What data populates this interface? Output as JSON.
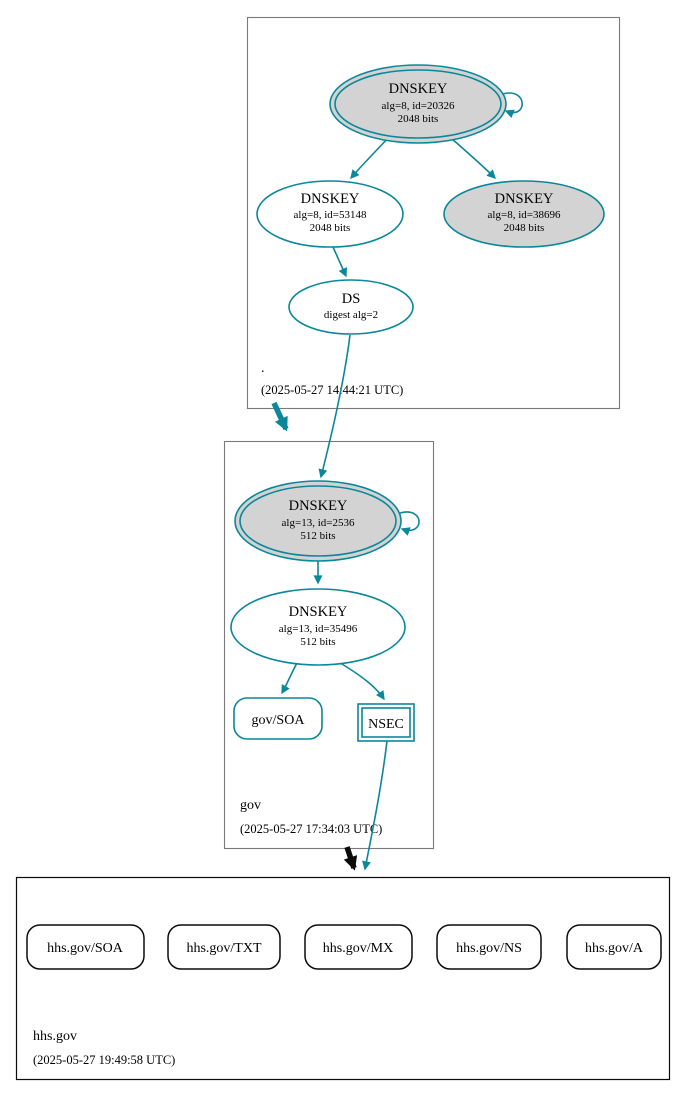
{
  "colors": {
    "secure": "#0a879a",
    "insecure": "#0b0b0b",
    "ksk_fill": "#d3d3d3",
    "zone_border": "#7a7a7a"
  },
  "zones": {
    "root": {
      "name": ".",
      "timestamp": "(2025-05-27 14:44:21 UTC)"
    },
    "gov": {
      "name": "gov",
      "timestamp": "(2025-05-27 17:34:03 UTC)"
    },
    "hhs": {
      "name": "hhs.gov",
      "timestamp": "(2025-05-27 19:49:58 UTC)"
    }
  },
  "nodes": {
    "root_ksk": {
      "title": "DNSKEY",
      "detail1": "alg=8, id=20326",
      "detail2": "2048 bits"
    },
    "root_zsk": {
      "title": "DNSKEY",
      "detail1": "alg=8, id=53148",
      "detail2": "2048 bits"
    },
    "root_k38696": {
      "title": "DNSKEY",
      "detail1": "alg=8, id=38696",
      "detail2": "2048 bits"
    },
    "root_ds": {
      "title": "DS",
      "detail1": "digest alg=2"
    },
    "gov_ksk": {
      "title": "DNSKEY",
      "detail1": "alg=13, id=2536",
      "detail2": "512 bits"
    },
    "gov_zsk": {
      "title": "DNSKEY",
      "detail1": "alg=13, id=35496",
      "detail2": "512 bits"
    },
    "gov_soa": {
      "label": "gov/SOA"
    },
    "gov_nsec": {
      "label": "NSEC"
    },
    "hhs_soa": {
      "label": "hhs.gov/SOA"
    },
    "hhs_txt": {
      "label": "hhs.gov/TXT"
    },
    "hhs_mx": {
      "label": "hhs.gov/MX"
    },
    "hhs_ns": {
      "label": "hhs.gov/NS"
    },
    "hhs_a": {
      "label": "hhs.gov/A"
    }
  }
}
